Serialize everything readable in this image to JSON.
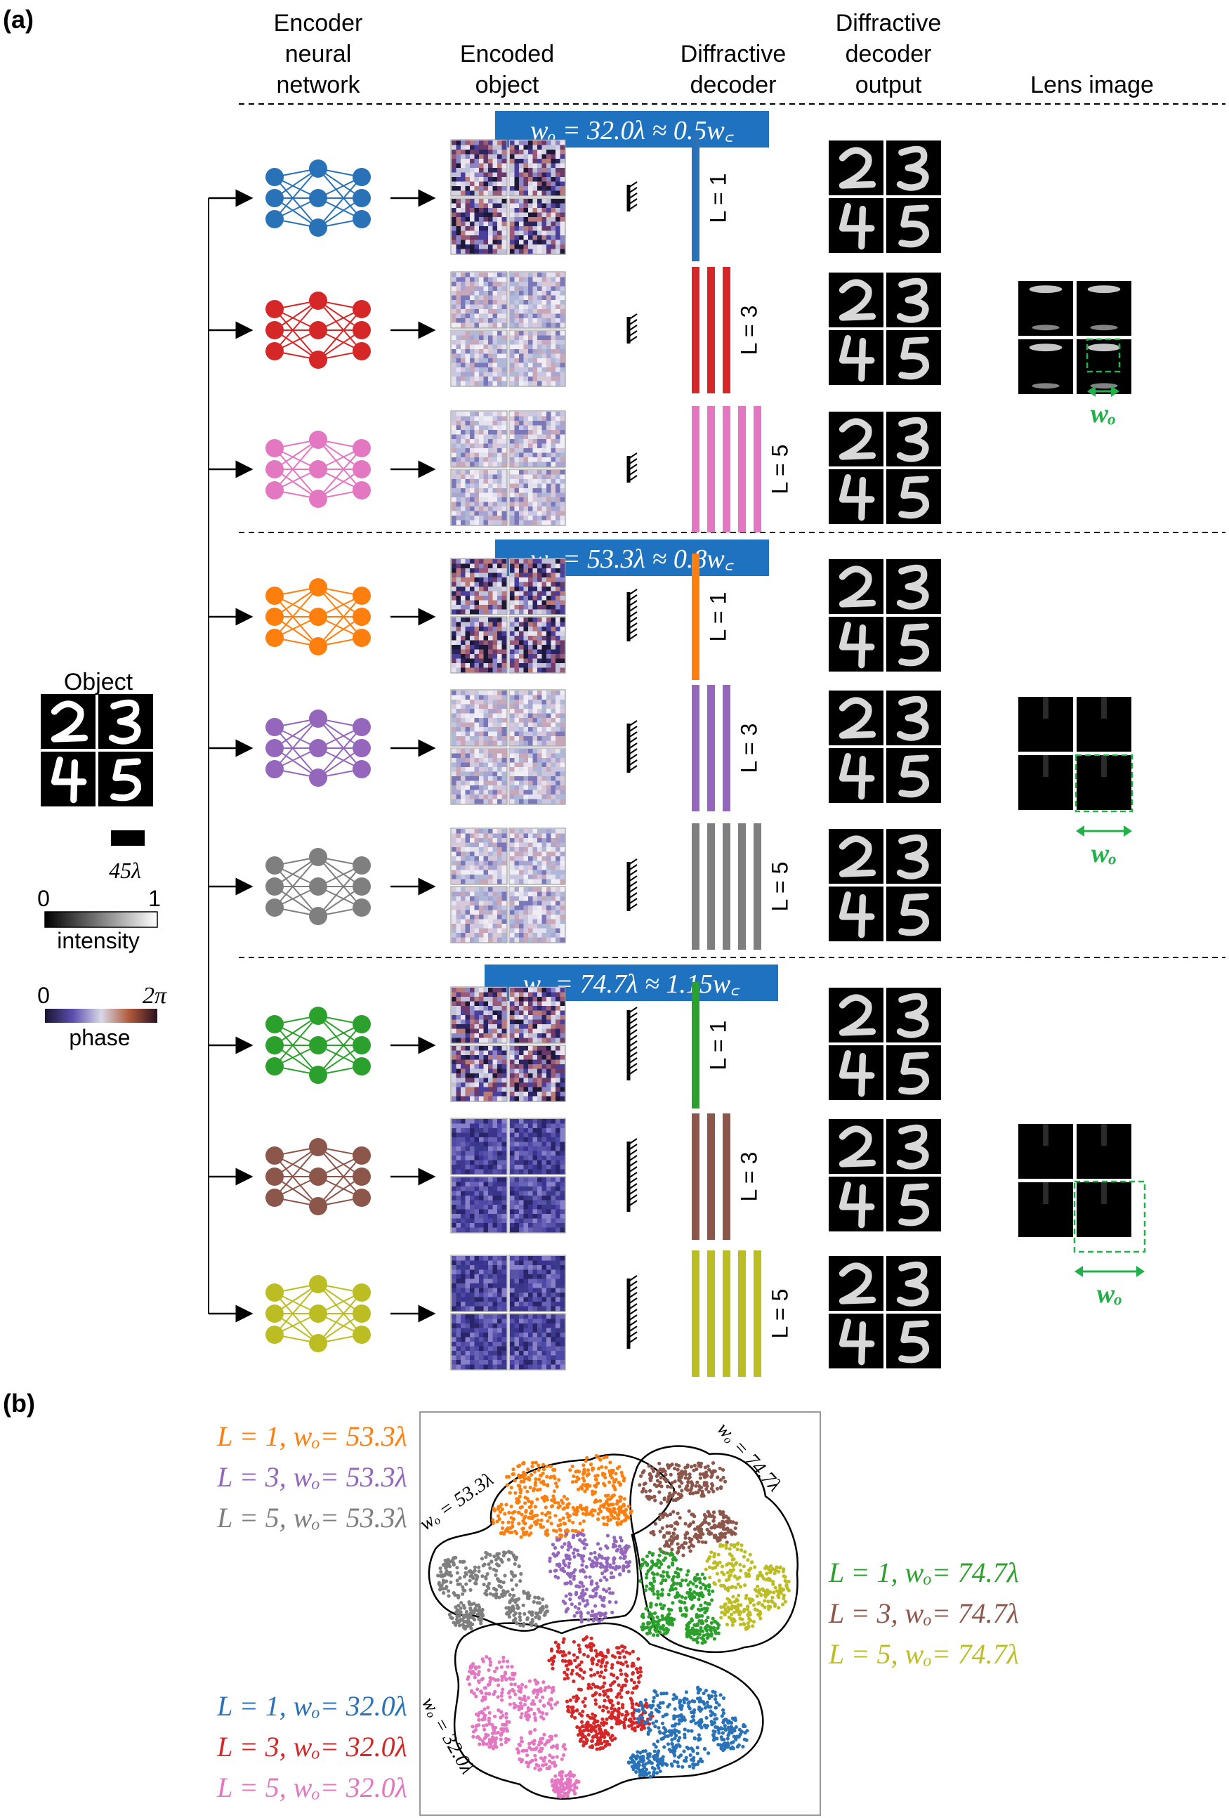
{
  "panel_a": {
    "label": "(a)",
    "headers": {
      "encoder": [
        "Encoder",
        "neural",
        "network"
      ],
      "encoded": [
        "Encoded",
        "object"
      ],
      "decoder": [
        "Diffractive",
        "decoder"
      ],
      "decoder_output": [
        "Diffractive",
        "decoder",
        "output"
      ],
      "lens": "Lens image"
    },
    "object_label": "Object",
    "object_digits": [
      "2",
      "3",
      "4",
      "5"
    ],
    "scale_bar_label": "45λ",
    "intensity_colorbar": {
      "min": "0",
      "max": "1",
      "label": "intensity"
    },
    "phase_colorbar": {
      "min": "0",
      "max": "2π",
      "label": "phase"
    },
    "wo_label": "wₒ",
    "groups": [
      {
        "banner": "wₒ = 32.0λ ≈ 0.5w꜀",
        "rows": [
          {
            "color": "#2a72b8",
            "layers": 1,
            "layer_label": "L = 1"
          },
          {
            "color": "#d62728",
            "layers": 3,
            "layer_label": "L = 3"
          },
          {
            "color": "#e377c2",
            "layers": 5,
            "layer_label": "L = 5"
          }
        ]
      },
      {
        "banner": "wₒ = 53.3λ ≈ 0.8w꜀",
        "rows": [
          {
            "color": "#ff7f0e",
            "layers": 1,
            "layer_label": "L = 1"
          },
          {
            "color": "#9467bd",
            "layers": 3,
            "layer_label": "L = 3"
          },
          {
            "color": "#7f7f7f",
            "layers": 5,
            "layer_label": "L = 5"
          }
        ]
      },
      {
        "banner": "wₒ = 74.7λ ≈ 1.15w꜀",
        "rows": [
          {
            "color": "#2ca02c",
            "layers": 1,
            "layer_label": "L = 1"
          },
          {
            "color": "#8c564b",
            "layers": 3,
            "layer_label": "L = 3"
          },
          {
            "color": "#bcbd22",
            "layers": 5,
            "layer_label": "L = 5"
          }
        ]
      }
    ]
  },
  "panel_b": {
    "label": "(b)",
    "legend_left_top": [
      {
        "text": "L = 1,  wₒ= 53.3λ",
        "color": "#ff7f0e"
      },
      {
        "text": "L = 3,  wₒ= 53.3λ",
        "color": "#9467bd"
      },
      {
        "text": "L = 5,  wₒ= 53.3λ",
        "color": "#7f7f7f"
      }
    ],
    "legend_left_bottom": [
      {
        "text": "L = 1,  wₒ= 32.0λ",
        "color": "#2a72b8"
      },
      {
        "text": "L = 3,  wₒ= 32.0λ",
        "color": "#d62728"
      },
      {
        "text": "L = 5,  wₒ= 32.0λ",
        "color": "#e377c2"
      }
    ],
    "legend_right": [
      {
        "text": "L = 1,  wₒ= 74.7λ",
        "color": "#2ca02c"
      },
      {
        "text": "L = 3,  wₒ= 74.7λ",
        "color": "#8c564b"
      },
      {
        "text": "L = 5,  wₒ= 74.7λ",
        "color": "#bcbd22"
      }
    ],
    "region_labels": [
      "wₒ = 53.3λ",
      "wₒ = 74.7λ",
      "wₒ = 32.0λ"
    ]
  }
}
